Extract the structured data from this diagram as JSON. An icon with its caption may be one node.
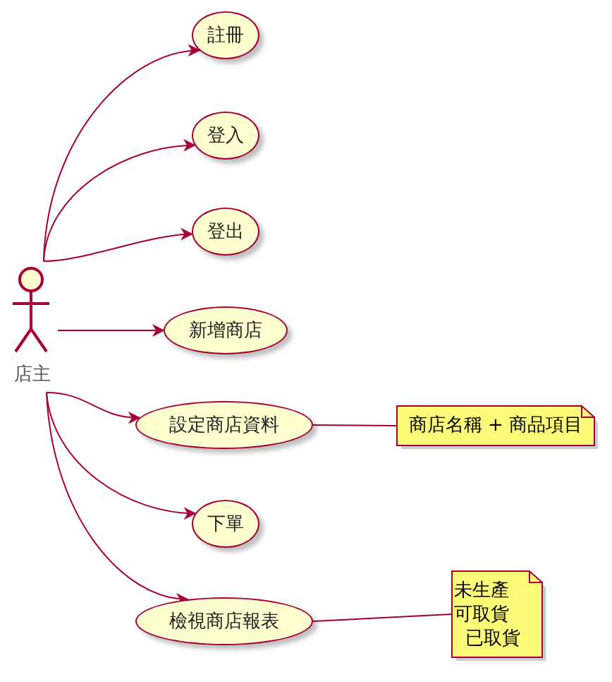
{
  "diagram": {
    "nodes": [
      {
        "text": [
          "店主"
        ]
      },
      {
        "text": [
          "註冊"
        ]
      },
      {
        "text": [
          "登入"
        ]
      },
      {
        "text": [
          "登出"
        ]
      },
      {
        "text": [
          "新增商店"
        ]
      },
      {
        "text": [
          "設定商店資料"
        ]
      },
      {
        "text": [
          "下單"
        ]
      },
      {
        "text": [
          "檢視商店報表"
        ]
      },
      {
        "text": [
          "商店名稱 + 商品項目"
        ]
      },
      {
        "text": [
          "未生產",
          "可取貨",
          "已取貨"
        ]
      }
    ],
    "edges": [
      {
        "from": 0,
        "to": 1,
        "arrow": "to"
      },
      {
        "from": 0,
        "to": 2,
        "arrow": "to"
      },
      {
        "from": 0,
        "to": 3,
        "arrow": "to"
      },
      {
        "from": 0,
        "to": 4,
        "arrow": "to"
      },
      {
        "from": 0,
        "to": 5,
        "arrow": "to"
      },
      {
        "from": 0,
        "to": 6,
        "arrow": "to"
      },
      {
        "from": 0,
        "to": 7,
        "arrow": "to"
      },
      {
        "from": 5,
        "to": 8,
        "arrow": "none"
      },
      {
        "from": 7,
        "to": 9,
        "arrow": "none"
      }
    ]
  }
}
